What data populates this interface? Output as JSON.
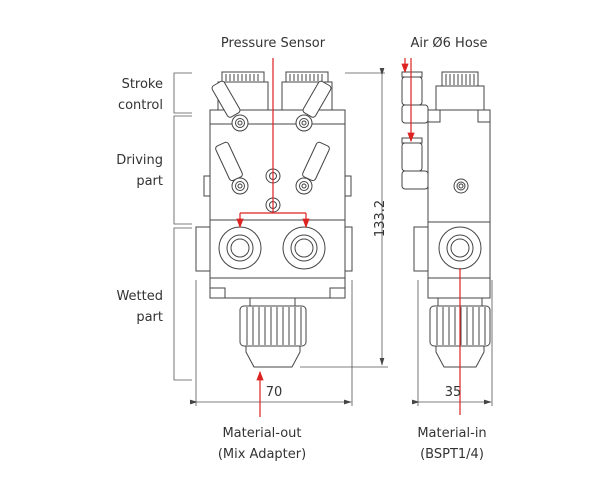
{
  "labels": {
    "pressure_sensor": "Pressure Sensor",
    "air_hose": "Air Ø6 Hose",
    "stroke_control": [
      "Stroke",
      "control"
    ],
    "driving_part": [
      "Driving",
      "part"
    ],
    "wetted_part": [
      "Wetted",
      "part"
    ],
    "material_out": [
      "Material-out",
      "(Mix Adapter)"
    ],
    "material_in": [
      "Material-in",
      "(BSPT1/4)"
    ]
  },
  "dimensions": {
    "height": "133.2",
    "front_width": "70",
    "side_width": "35"
  },
  "colors": {
    "callout": "#dd2222",
    "line": "#444444"
  }
}
